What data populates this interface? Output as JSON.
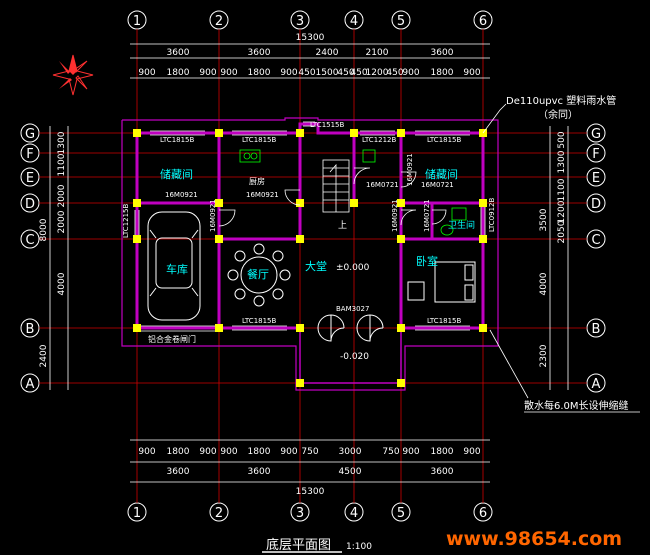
{
  "axes": {
    "columns": [
      "1",
      "2",
      "3",
      "4",
      "5",
      "6"
    ],
    "rows": [
      "G",
      "F",
      "E",
      "D",
      "C",
      "B",
      "A"
    ]
  },
  "dimensions": {
    "top_total": "15300",
    "top_major": [
      "3600",
      "3600",
      "2400",
      "2100",
      "3600"
    ],
    "top_minor": [
      "900",
      "1800",
      "900",
      "900",
      "1800",
      "900",
      "450",
      "1500",
      "450",
      "450",
      "1200",
      "450",
      "900",
      "1800",
      "900"
    ],
    "bottom_minor": [
      "900",
      "1800",
      "900",
      "900",
      "1800",
      "900",
      "750",
      "3000",
      "750",
      "900",
      "1800",
      "900"
    ],
    "bottom_major": [
      "3600",
      "3600",
      "4500",
      "3600"
    ],
    "bottom_total": "15300",
    "left_major": [
      "8000",
      "2400"
    ],
    "left_minor": [
      "1300",
      "1100",
      "2000",
      "2000",
      "4000"
    ],
    "right_major": [
      "3500",
      "4000",
      "2300"
    ],
    "right_minor": [
      "500",
      "1300",
      "1100",
      "1200",
      "2050"
    ]
  },
  "rooms": {
    "storage_left": "储藏间",
    "kitchen": "厨房",
    "garage": "车库",
    "dining": "餐厅",
    "hall": "大堂",
    "hall_level": "±0.000",
    "stair_up": "上",
    "bathroom": "卫生间",
    "storage_right": "储藏间",
    "bedroom": "卧室",
    "entry_level": "-0.020"
  },
  "window_labels": {
    "w_top1": "LTC1815B",
    "w_top2": "LTC1815B",
    "w_top_bay": "LTC1515B",
    "w_top3": "LTC1212B",
    "w_top4": "LTC1815B",
    "w_left": "LTC1215B",
    "w_right": "LTC0912B",
    "w_bottom1": "LTC1815B",
    "w_bottom2": "LTC1815B",
    "main_door": "BAM3027",
    "garage_door": "铝合金卷闸门"
  },
  "door_labels": {
    "d1": "16M0921",
    "d2": "16M0921",
    "d3": "16M0921",
    "d4": "16M0721",
    "d5": "16M0921",
    "d6": "16M0721",
    "d7": "16M0921",
    "d8": "16M0721"
  },
  "notes": {
    "pipe": "De110upvc 塑料雨水管",
    "pipe_sub": "（余同）",
    "joint": "散水每6.0M长设伸缩缝"
  },
  "title": {
    "main": "底层平面图",
    "scale": "1:100"
  },
  "watermark": "www.98654.com",
  "colors": {
    "background": "#000000",
    "wall": "#c000c0",
    "dimension": "#ffffff",
    "axis_line": "#e00000",
    "room_label": "#00ffff",
    "text": "#ffffff",
    "column": "#ffff00",
    "fixture": "#00ff00",
    "watermark": "#ff6600"
  }
}
